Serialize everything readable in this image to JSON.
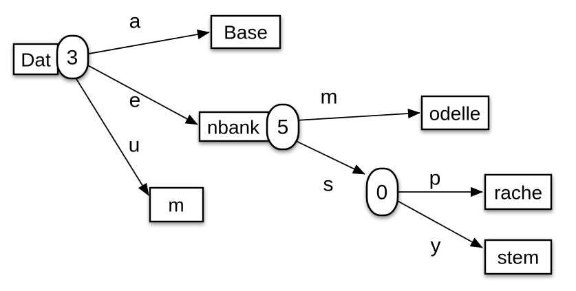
{
  "diagram": {
    "type": "trie",
    "colors": {
      "stroke": "#000000",
      "node_fill": "#ffffff",
      "background": "#ffffff",
      "shadow": "rgba(0,0,0,0.45)"
    },
    "nodes": {
      "dat": {
        "label": "Dat",
        "count": "3"
      },
      "base": {
        "label": "Base"
      },
      "nbank": {
        "label": "nbank",
        "count": "5"
      },
      "m": {
        "label": "m"
      },
      "odelle": {
        "label": "odelle"
      },
      "zero": {
        "count": "0"
      },
      "rache": {
        "label": "rache"
      },
      "stem": {
        "label": "stem"
      }
    },
    "edges": {
      "a": {
        "label": "a",
        "from": "3",
        "to": "Base"
      },
      "e": {
        "label": "e",
        "from": "3",
        "to": "nbank"
      },
      "u": {
        "label": "u",
        "from": "3",
        "to": "m"
      },
      "m": {
        "label": "m",
        "from": "5",
        "to": "odelle"
      },
      "s": {
        "label": "s",
        "from": "5",
        "to": "0"
      },
      "p": {
        "label": "p",
        "from": "0",
        "to": "rache"
      },
      "y": {
        "label": "y",
        "from": "0",
        "to": "stem"
      }
    }
  }
}
